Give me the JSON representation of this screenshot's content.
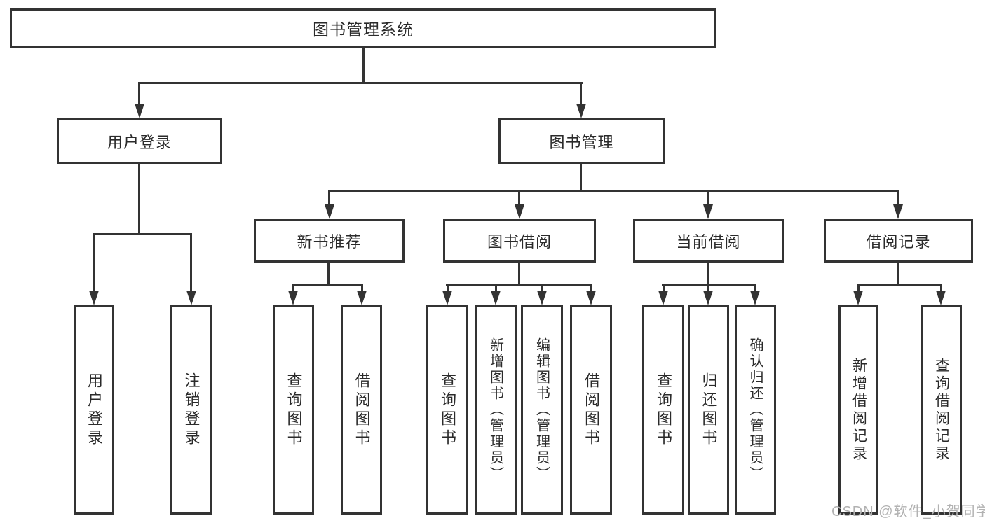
{
  "diagram": {
    "title": "图书管理系统",
    "nodes": {
      "user_login": "用户登录",
      "book_mgmt": "图书管理",
      "new_book_rec": "新书推荐",
      "book_borrow": "图书借阅",
      "current_borrow": "当前借阅",
      "borrow_record": "借阅记录",
      "leaf_user_login": "用户登录",
      "leaf_logout": "注销登录",
      "leaf_query_book_1": "查询图书",
      "leaf_borrow_book_1": "借阅图书",
      "leaf_query_book_2": "查询图书",
      "leaf_add_book": "新增图书（管理员）",
      "leaf_edit_book": "编辑图书（管理员）",
      "leaf_borrow_book_2": "借阅图书",
      "leaf_query_book_3": "查询图书",
      "leaf_return_book": "归还图书",
      "leaf_confirm_return": "确认归还（管理员）",
      "leaf_add_record": "新增借阅记录",
      "leaf_query_record": "查询借阅记录"
    },
    "tree": {
      "图书管理系统": {
        "用户登录": [
          "用户登录",
          "注销登录"
        ],
        "图书管理": {
          "新书推荐": [
            "查询图书",
            "借阅图书"
          ],
          "图书借阅": [
            "查询图书",
            "新增图书（管理员）",
            "编辑图书（管理员）",
            "借阅图书"
          ],
          "当前借阅": [
            "查询图书",
            "归还图书",
            "确认归还（管理员）"
          ],
          "借阅记录": [
            "新增借阅记录",
            "查询借阅记录"
          ]
        }
      }
    }
  },
  "watermark": "CSDN @软件_小贺同学",
  "colors": {
    "line": "#333333",
    "text": "#2a2a2a",
    "watermark": "#b2b2b2",
    "background": "#ffffff"
  }
}
